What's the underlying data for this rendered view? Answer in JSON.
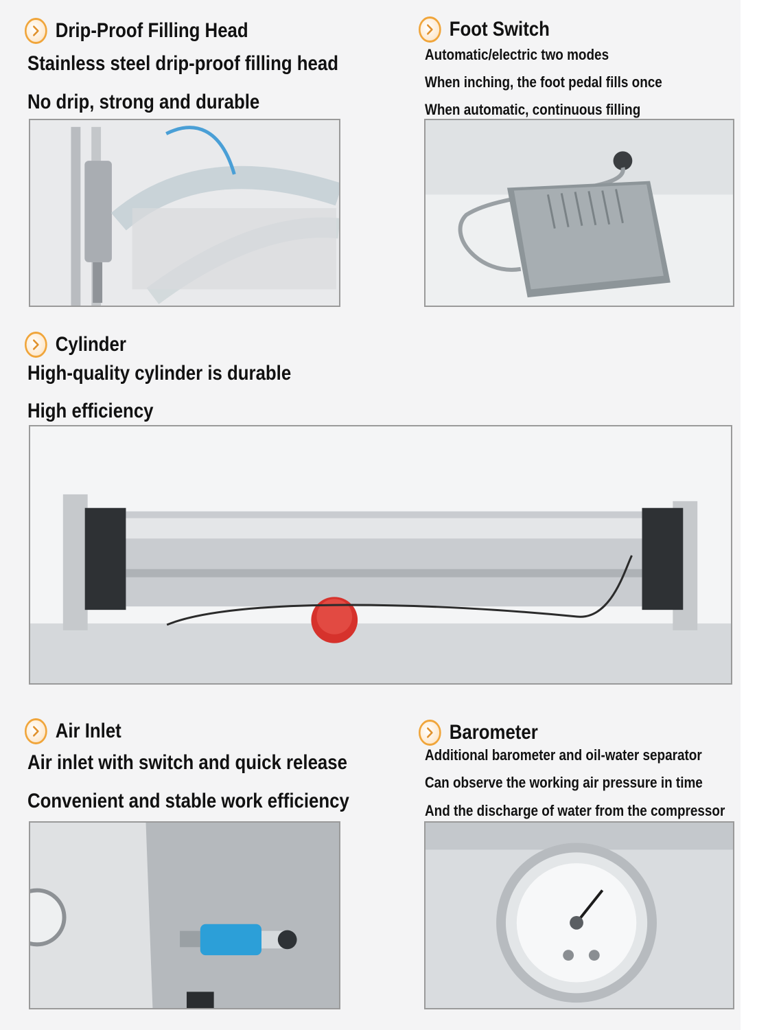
{
  "sections": {
    "drip": {
      "title": "Drip-Proof Filling Head",
      "lines": [
        "Stainless steel drip-proof filling head",
        "No drip, strong and durable"
      ]
    },
    "foot": {
      "title": "Foot Switch",
      "lines": [
        "Automatic/electric two modes",
        "When inching, the foot pedal fills once",
        "When automatic, continuous filling"
      ]
    },
    "cylinder": {
      "title": "Cylinder",
      "lines": [
        "High-quality cylinder is durable",
        "High efficiency"
      ]
    },
    "air": {
      "title": "Air Inlet",
      "lines": [
        "Air inlet with switch and quick release",
        "Convenient and stable work efficiency"
      ]
    },
    "baro": {
      "title": "Barometer",
      "lines": [
        "Additional barometer and oil-water separator",
        "Can observe the working air pressure in time",
        "And the discharge of water from the compressor"
      ]
    }
  },
  "colors": {
    "accent": "#f0a53a",
    "text": "#111111",
    "frame": "#9a9a9a"
  },
  "icons": {
    "bullet": "chevron-right-icon"
  }
}
